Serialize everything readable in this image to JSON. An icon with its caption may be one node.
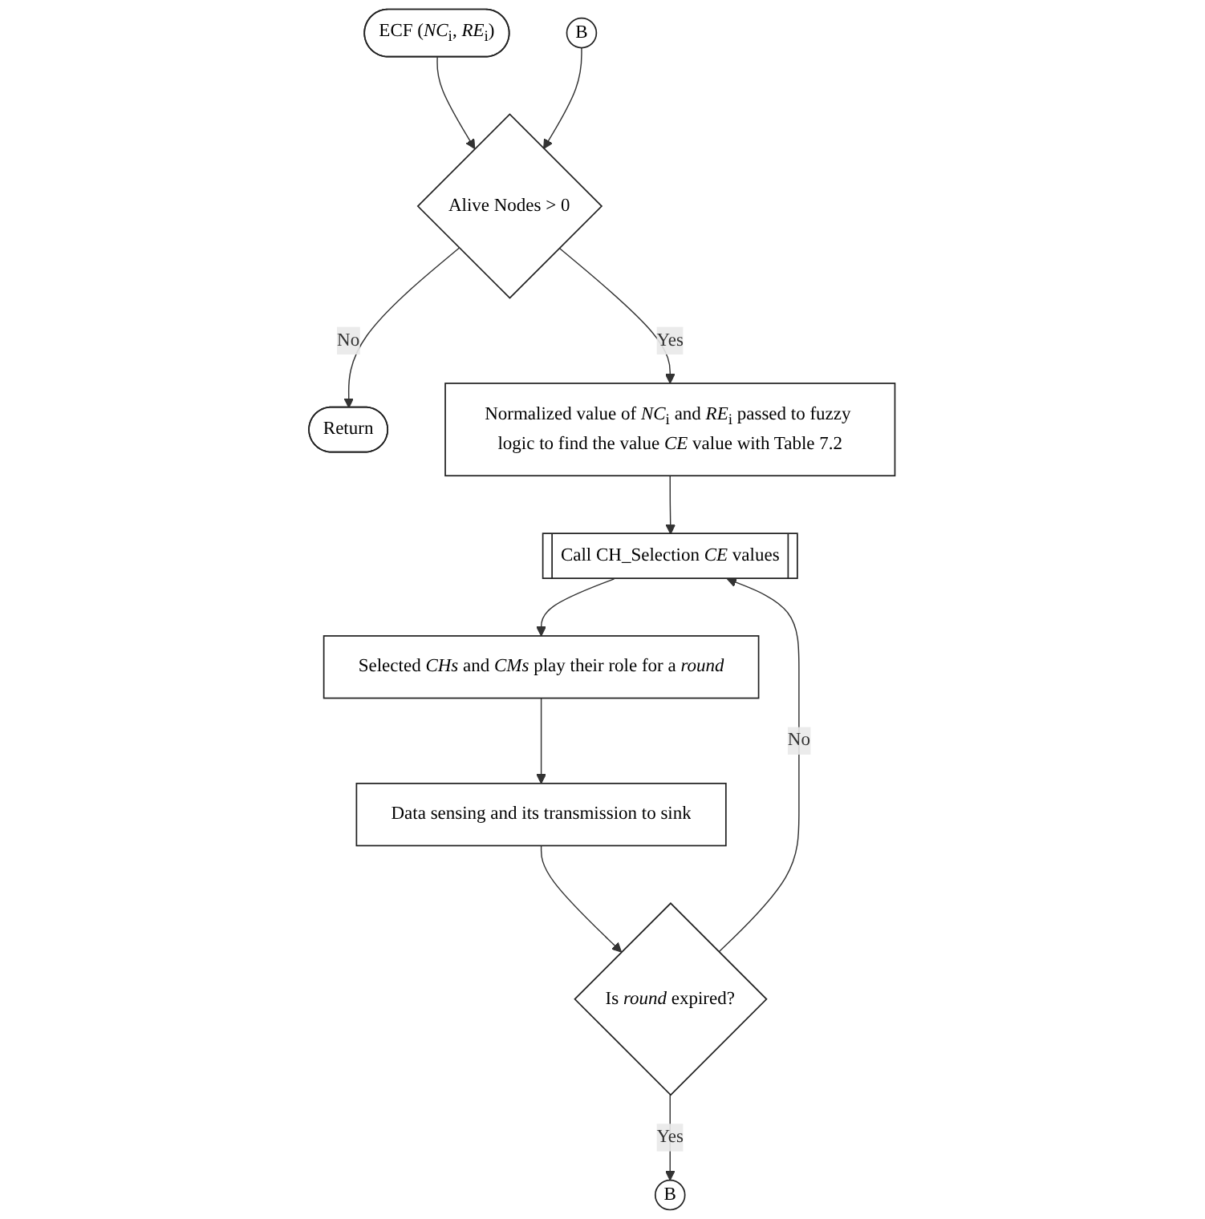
{
  "diagram": {
    "nodes": [
      {
        "text": [
          "ECF (*NC*$_{i}$, *RE*$_{i}$)"
        ]
      },
      {
        "text": [
          "B"
        ]
      },
      {
        "text": [
          "Alive Nodes > 0"
        ]
      },
      {
        "text": [
          "Return"
        ]
      },
      {
        "text": [
          "Normalized value of *NC*$_{i}$ and *RE*$_{i}$ passed to fuzzy logic to find the value *CE* value with Table 7.2"
        ]
      },
      {
        "text": [
          "Call CH_Selection *CE* values"
        ]
      },
      {
        "text": [
          "Selected *CHs* and *CMs* play their role for a *round*"
        ]
      },
      {
        "text": [
          "Data sensing and its transmission to sink"
        ]
      },
      {
        "text": [
          "Is *round* expired?"
        ]
      },
      {
        "text": [
          "B"
        ]
      }
    ],
    "edges": [
      {
        "from": 0,
        "to": 2,
        "arrow": "to"
      },
      {
        "from": 1,
        "to": 2,
        "arrow": "to"
      },
      {
        "from": 2,
        "to": 3,
        "arrow": "to",
        "label": "No"
      },
      {
        "from": 2,
        "to": 4,
        "arrow": "to",
        "label": "Yes"
      },
      {
        "from": 4,
        "to": 5,
        "arrow": "to"
      },
      {
        "from": 5,
        "to": 6,
        "arrow": "to"
      },
      {
        "from": 6,
        "to": 7,
        "arrow": "to"
      },
      {
        "from": 7,
        "to": 8,
        "arrow": "to"
      },
      {
        "from": 8,
        "to": 5,
        "arrow": "to",
        "label": "No"
      },
      {
        "from": 8,
        "to": 9,
        "arrow": "to",
        "label": "Yes"
      }
    ]
  }
}
